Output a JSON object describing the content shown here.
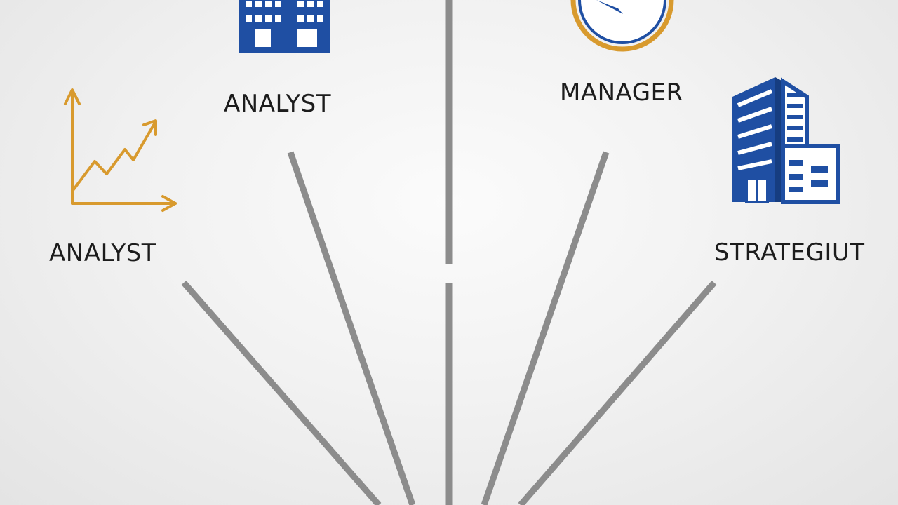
{
  "diagram": {
    "nodes": [
      {
        "id": "analyst-left",
        "label": "ANALYST",
        "icon": "growth-chart-icon"
      },
      {
        "id": "analyst-top",
        "label": "ANALYST",
        "icon": "office-building-icon"
      },
      {
        "id": "manager",
        "label": "MANAGER",
        "icon": "compass-icon"
      },
      {
        "id": "strategist",
        "label": "STRATEGIUT",
        "icon": "office-tower-icon"
      }
    ]
  },
  "colors": {
    "line": "#8c8c8c",
    "accent_gold": "#d89a2e",
    "accent_blue": "#1f4fa3",
    "text": "#1c1c1c"
  }
}
